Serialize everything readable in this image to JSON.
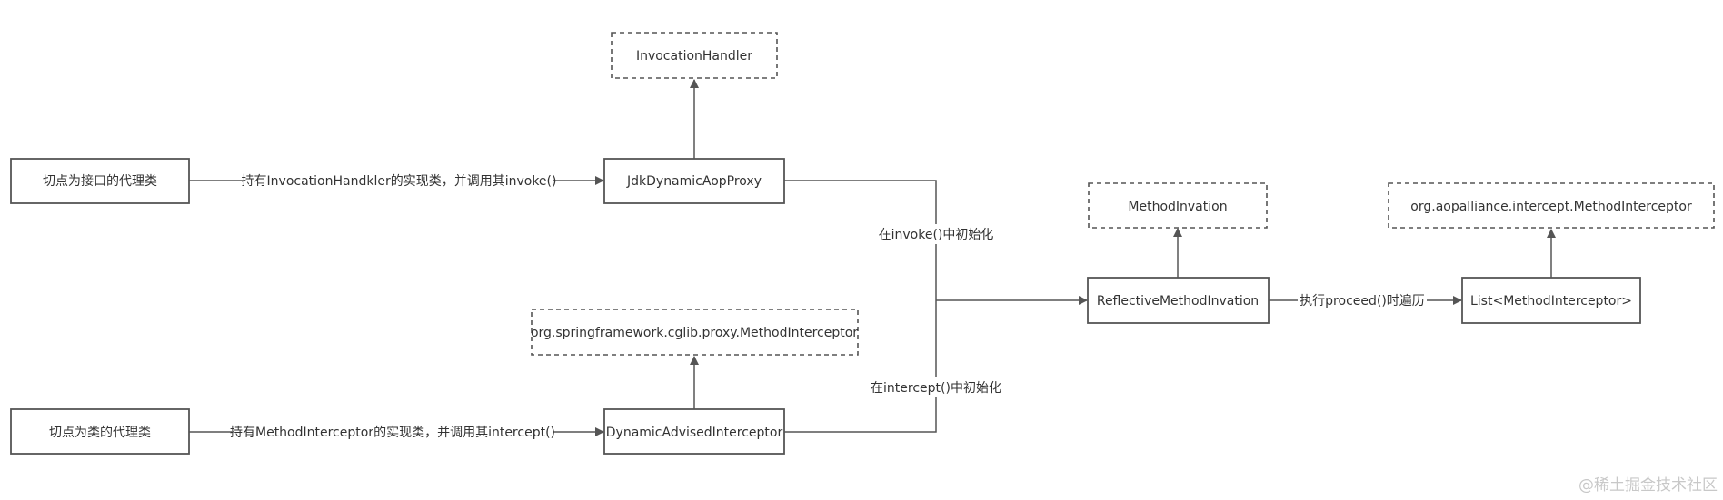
{
  "nodes": {
    "proxy_interface": "切点为接口的代理类",
    "proxy_class": "切点为类的代理类",
    "jdk_proxy": "JdkDynamicAopProxy",
    "invocation_handler": "InvocationHandler",
    "dynamic_advised": "DynamicAdvisedInterceptor",
    "cglib_interceptor": "org.springframework.cglib.proxy.MethodInterceptor",
    "reflective": "ReflectiveMethodInvation",
    "method_invation": "MethodInvation",
    "interceptor_list": "List<MethodInterceptor>",
    "aopalliance": "org.aopalliance.intercept.MethodInterceptor"
  },
  "edges": {
    "holds_handler": "持有InvocationHandkler的实现类，并调用其invoke()",
    "holds_interceptor": "持有MethodInterceptor的实现类，并调用其intercept()",
    "init_invoke": "在invoke()中初始化",
    "init_intercept": "在intercept()中初始化",
    "proceed_traverse": "执行proceed()时遍历"
  },
  "watermark": "@稀土掘金技术社区",
  "colors": {
    "line": "#555555",
    "text": "#333333",
    "watermark": "#c8c8c8"
  }
}
